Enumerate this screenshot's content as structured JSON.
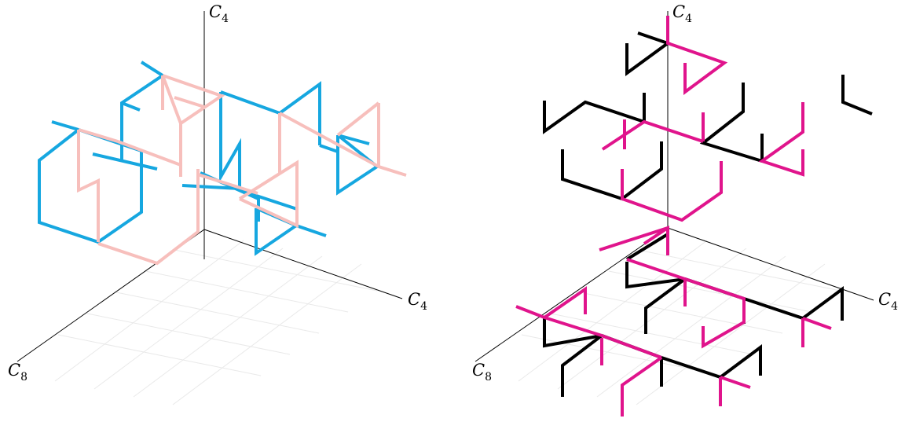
{
  "panels": [
    {
      "id": "left",
      "axis_labels": {
        "vertical": "C",
        "vertical_sub": "4",
        "right": "C",
        "right_sub": "4",
        "left": "C",
        "left_sub": "8"
      },
      "colors": {
        "primary": "#16A7E0",
        "secondary": "#F7BFBC"
      }
    },
    {
      "id": "right",
      "axis_labels": {
        "vertical": "C",
        "vertical_sub": "4",
        "right": "C",
        "right_sub": "4",
        "left": "C",
        "left_sub": "8"
      },
      "colors": {
        "primary": "#000000",
        "secondary": "#E0148C"
      }
    }
  ]
}
